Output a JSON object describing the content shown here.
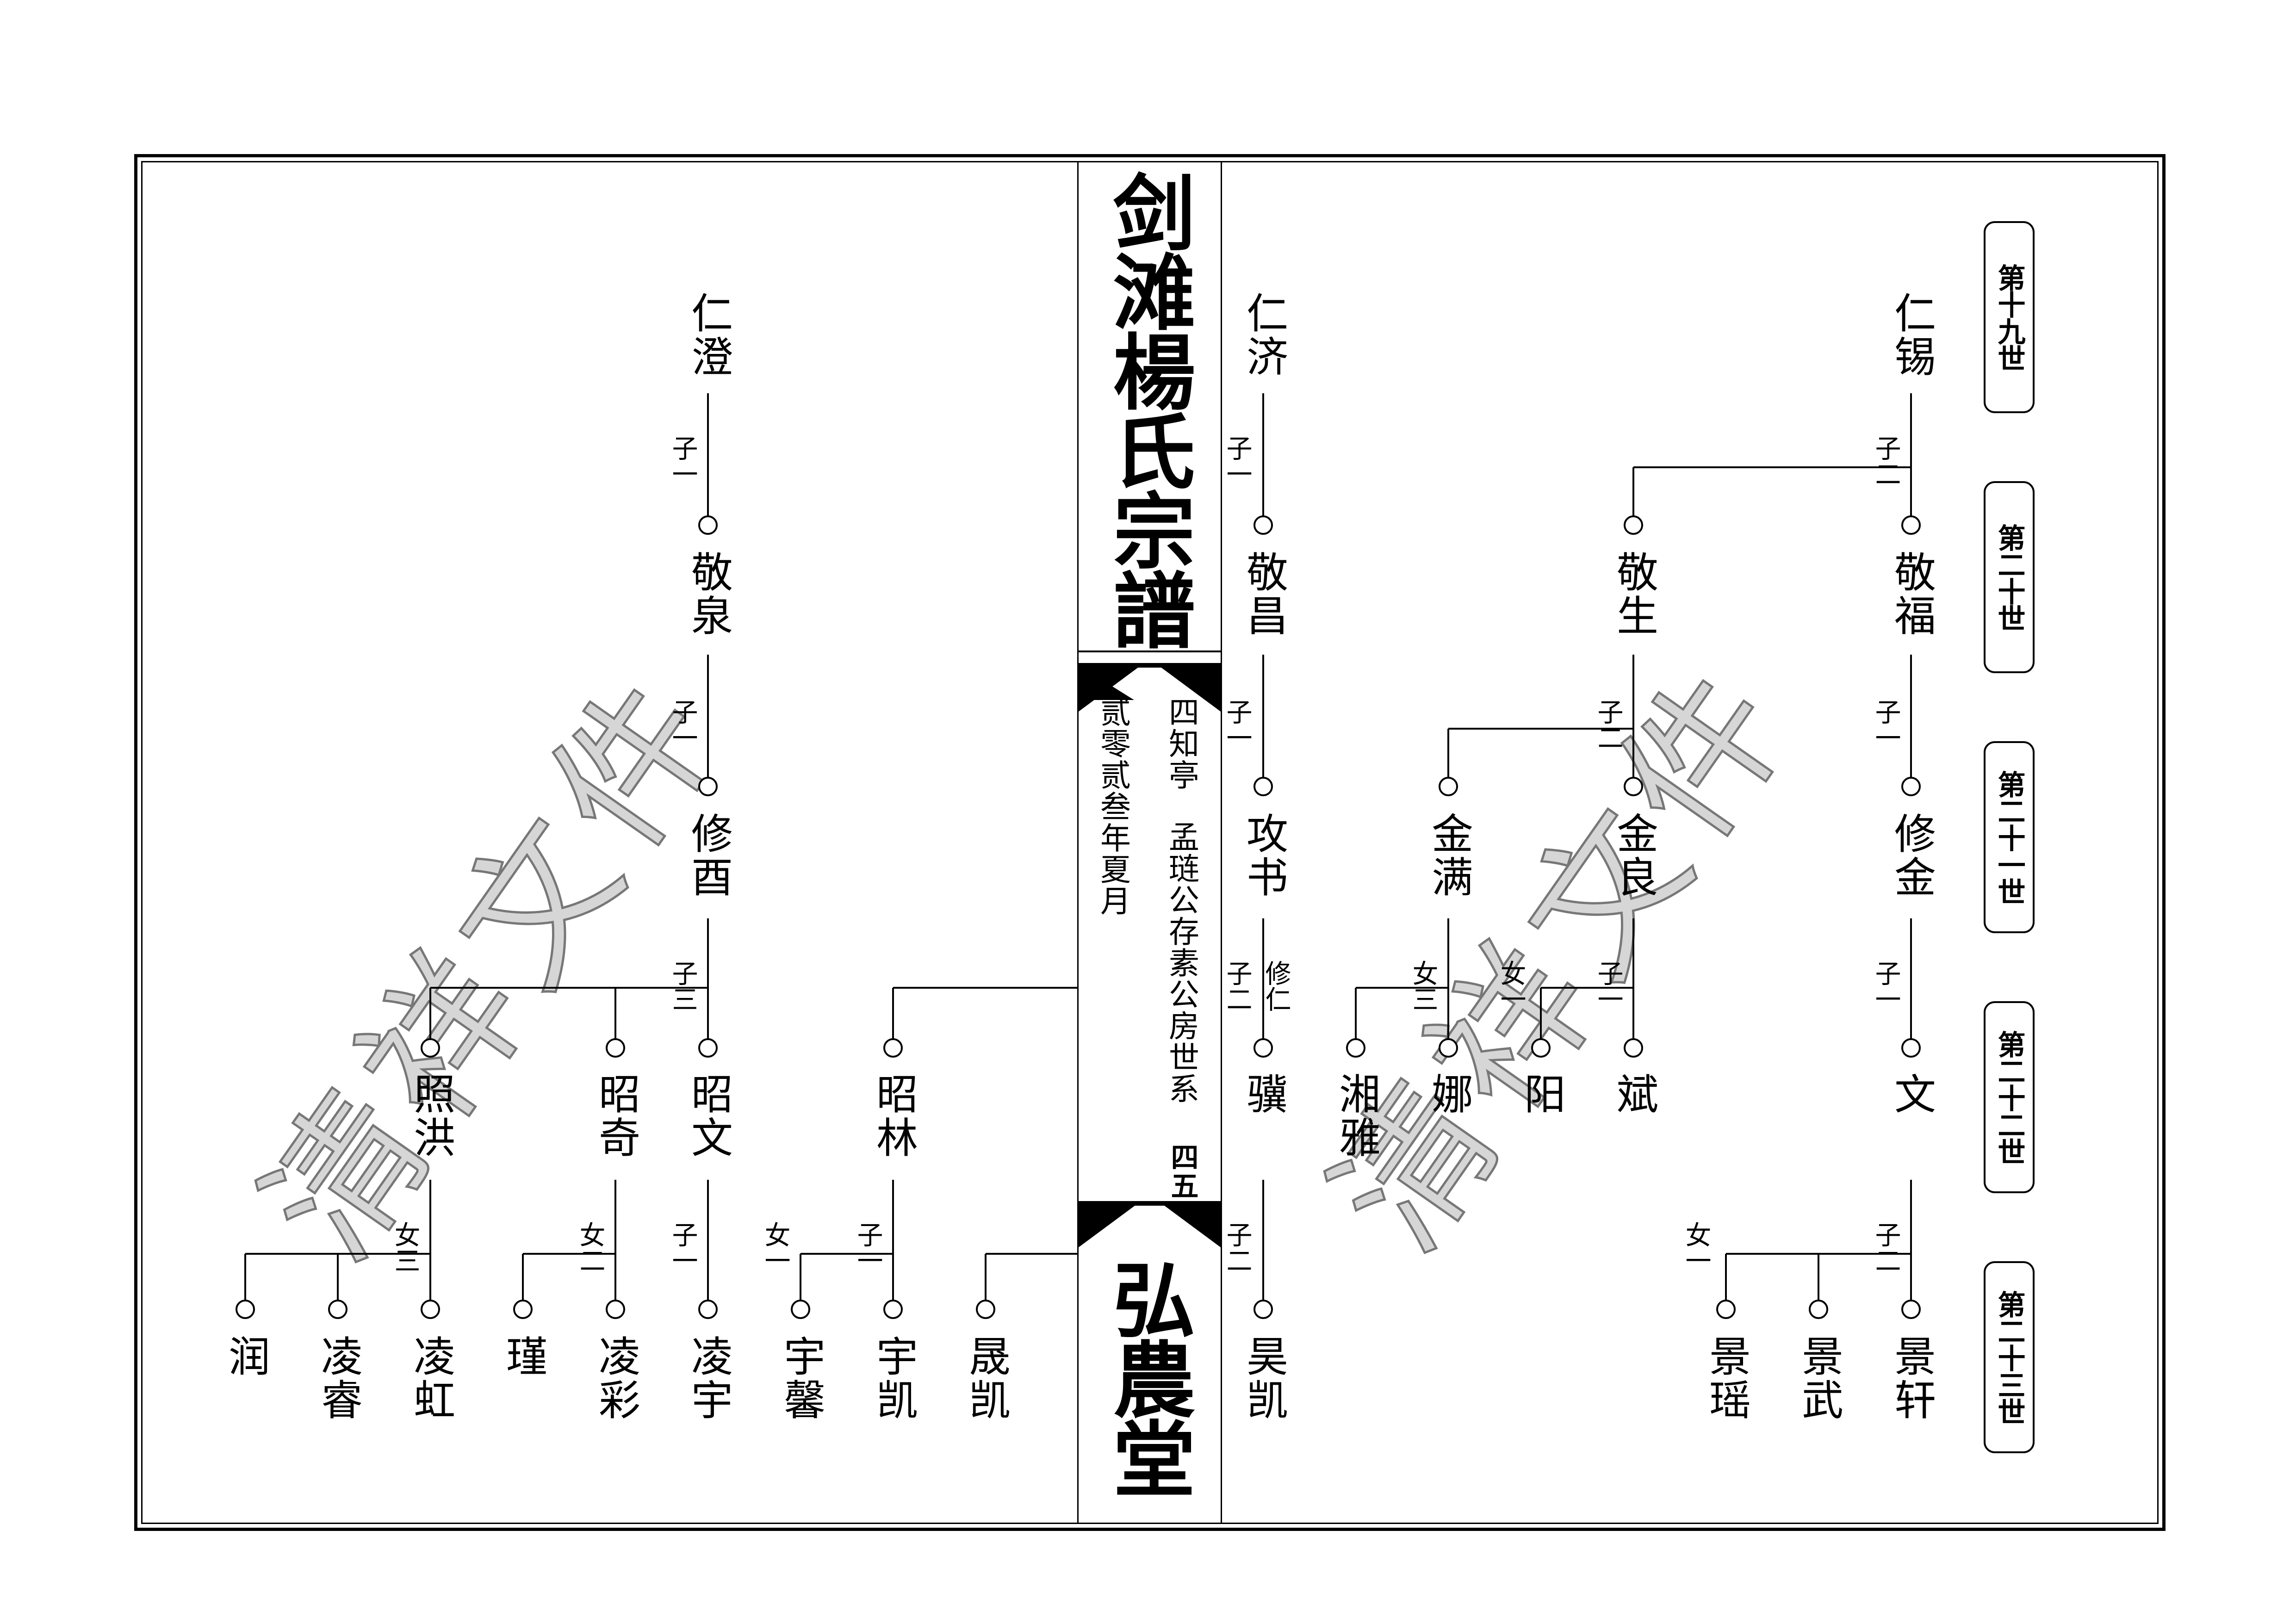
{
  "header": {
    "title": "剑滩楊氏宗譜",
    "hall": "弘農堂",
    "branch": "四知亭",
    "lineage": "孟琏公存素公房世系",
    "page_no": "四五",
    "date": "贰零贰叁年夏月"
  },
  "watermark": "清祥文件",
  "generations": [
    "第十九世",
    "第二十世",
    "第二十一世",
    "第二十二世",
    "第二十三世"
  ],
  "people": {
    "p_renxi": "仁锡",
    "p_jingfu": "敬福",
    "p_jingsheng": "敬生",
    "p_xiujin": "修金",
    "p_jinliang": "金良",
    "p_jinman": "金满",
    "p_wen": "文",
    "p_bin": "斌",
    "p_yang": "阳",
    "p_na": "娜",
    "p_xiangya": "湘雅",
    "p_jingxuan": "景轩",
    "p_jingwu": "景武",
    "p_jingyao": "景瑶",
    "p_renji": "仁济",
    "p_jingchang": "敬昌",
    "p_gongshu": "攻书",
    "p_ji": "骥",
    "p_haokai": "昊凯",
    "p_rencheng": "仁澄",
    "p_jingquan": "敬泉",
    "p_xiuyou": "修酉",
    "p_zhaowen": "昭文",
    "p_zhaoqi": "昭奇",
    "p_zhaohong": "照洪",
    "p_zhaolin": "昭林",
    "p_lingyu": "凌宇",
    "p_lingcai": "凌彩",
    "p_jin": "瑾",
    "p_linghong": "凌虹",
    "p_lingrui": "凌睿",
    "p_run": "润",
    "p_yukai": "宇凯",
    "p_yuxin": "宇馨",
    "p_shengkai": "晟凯"
  },
  "labels": {
    "l_renxi": "子二",
    "l_jingfu": "子一",
    "l_jingsheng": "子二",
    "l_xiujin": "子一",
    "l_jinliang": "子一",
    "l_jinliang_d": "女一",
    "l_jinman": "女三",
    "l_wen": "子二",
    "l_wen_d": "女一",
    "l_renji": "子一",
    "l_jingchang": "子一",
    "l_gongshu": "子二",
    "l_gongshu_note": "修仁",
    "l_ji": "子二",
    "l_rencheng": "子一",
    "l_jingquan": "子一",
    "l_xiuyou": "子三",
    "l_zhaowen": "子一",
    "l_zhaoqi": "女二",
    "l_zhaohong": "女三",
    "l_zhaolin_s": "子一",
    "l_zhaolin_d": "女一"
  }
}
